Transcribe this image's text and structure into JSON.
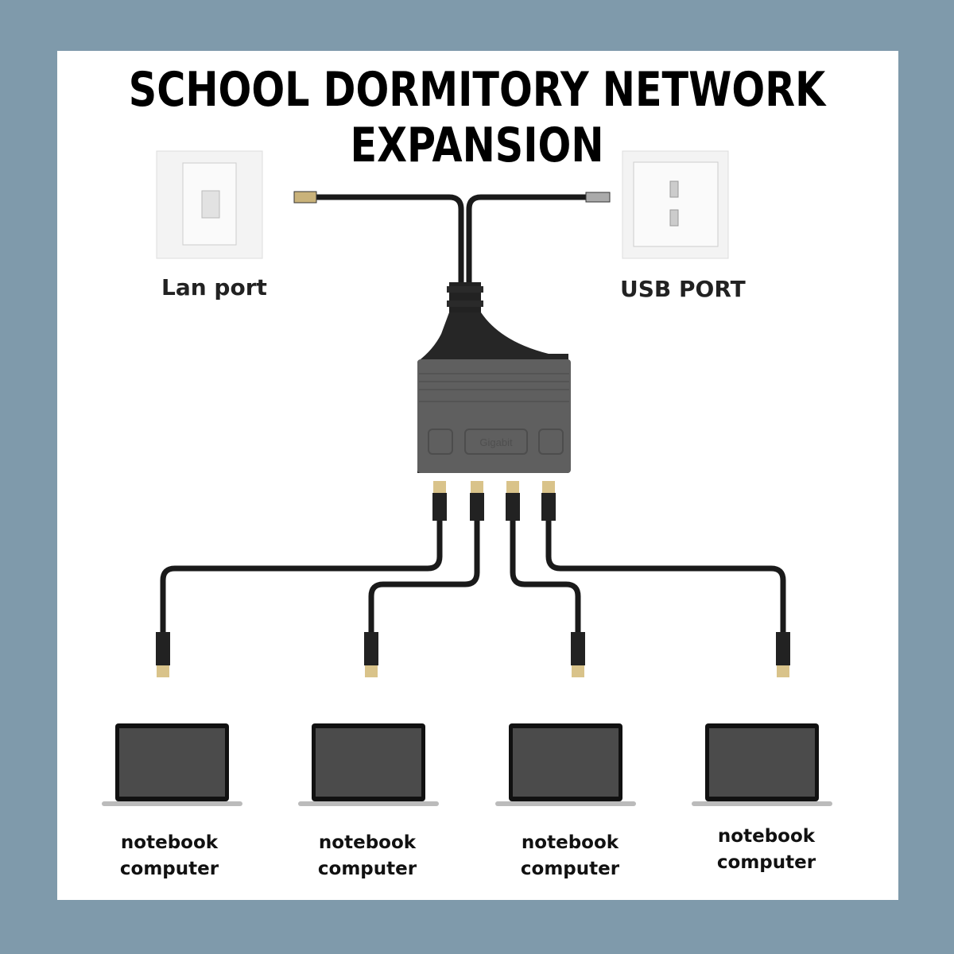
{
  "title": "SCHOOL DORMITORY NETWORK EXPANSION",
  "lan_label": "Lan port",
  "usb_label": "USB PORT",
  "hub_label": "Gigabit",
  "laptops": [
    {
      "line1": "notebook",
      "line2": "computer"
    },
    {
      "line1": "notebook",
      "line2": "computer"
    },
    {
      "line1": "notebook",
      "line2": "computer"
    },
    {
      "line1": "notebook",
      "line2": "computer"
    }
  ],
  "colors": {
    "frame": "#7f9aab",
    "hub": "#5f5f5f",
    "cable": "#1a1a1a",
    "screen": "#4b4b4b"
  }
}
